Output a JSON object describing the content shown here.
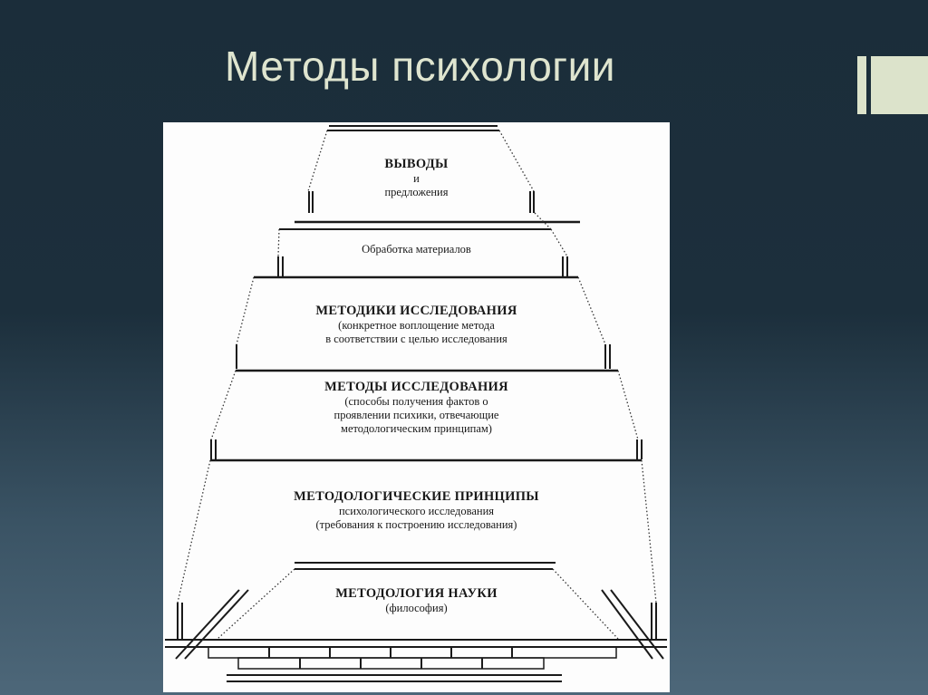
{
  "slide": {
    "title": "Методы психологии",
    "colors": {
      "background_top": "#1b2d3a",
      "background_bottom": "#4d6779",
      "title_text": "#dfe5cf",
      "accent_bars": "#dce3cb",
      "figure_background": "#fdfdfd",
      "line_color": "#1a1a1a"
    }
  },
  "pyramid": {
    "levels": [
      {
        "heading": "ВЫВОДЫ",
        "lines": [
          "и",
          "предложения"
        ]
      },
      {
        "heading": "",
        "lines": [
          "Обработка материалов"
        ]
      },
      {
        "heading": "МЕТОДИКИ ИССЛЕДОВАНИЯ",
        "lines": [
          "(конкретное воплощение метода",
          "в соответствии с целью исследования"
        ]
      },
      {
        "heading": "МЕТОДЫ ИССЛЕДОВАНИЯ",
        "lines": [
          "(способы получения фактов о",
          "проявлении психики, отвечающие",
          "методологическим принципам)"
        ]
      },
      {
        "heading": "МЕТОДОЛОГИЧЕСКИЕ ПРИНЦИПЫ",
        "lines": [
          "психологического исследования",
          "(требования к построению исследования)"
        ]
      },
      {
        "heading": "МЕТОДОЛОГИЯ НАУКИ",
        "lines": [
          "(философия)"
        ]
      }
    ]
  }
}
